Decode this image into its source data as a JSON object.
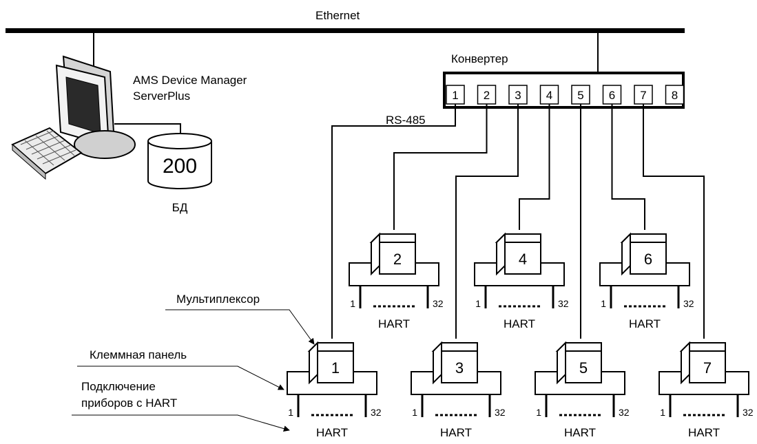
{
  "network": {
    "label": "Ethernet"
  },
  "server": {
    "line1": "AMS Device Manager",
    "line2": "ServerPlus"
  },
  "database": {
    "value": "200",
    "label": "БД"
  },
  "converter": {
    "label": "Конвертер",
    "link_label": "RS-485",
    "ports": [
      "1",
      "2",
      "3",
      "4",
      "5",
      "6",
      "7",
      "8"
    ]
  },
  "multiplexers": [
    {
      "id": "1",
      "first_channel": "1",
      "last_channel": "32",
      "protocol": "HART"
    },
    {
      "id": "2",
      "first_channel": "1",
      "last_channel": "32",
      "protocol": "HART"
    },
    {
      "id": "3",
      "first_channel": "1",
      "last_channel": "32",
      "protocol": "HART"
    },
    {
      "id": "4",
      "first_channel": "1",
      "last_channel": "32",
      "protocol": "HART"
    },
    {
      "id": "5",
      "first_channel": "1",
      "last_channel": "32",
      "protocol": "HART"
    },
    {
      "id": "6",
      "first_channel": "1",
      "last_channel": "32",
      "protocol": "HART"
    },
    {
      "id": "7",
      "first_channel": "1",
      "last_channel": "32",
      "protocol": "HART"
    }
  ],
  "callouts": {
    "multiplexer": "Мультиплексор",
    "terminal_panel": "Клеммная панель",
    "hart_connection_line1": "Подключение",
    "hart_connection_line2": "приборов с HART"
  }
}
